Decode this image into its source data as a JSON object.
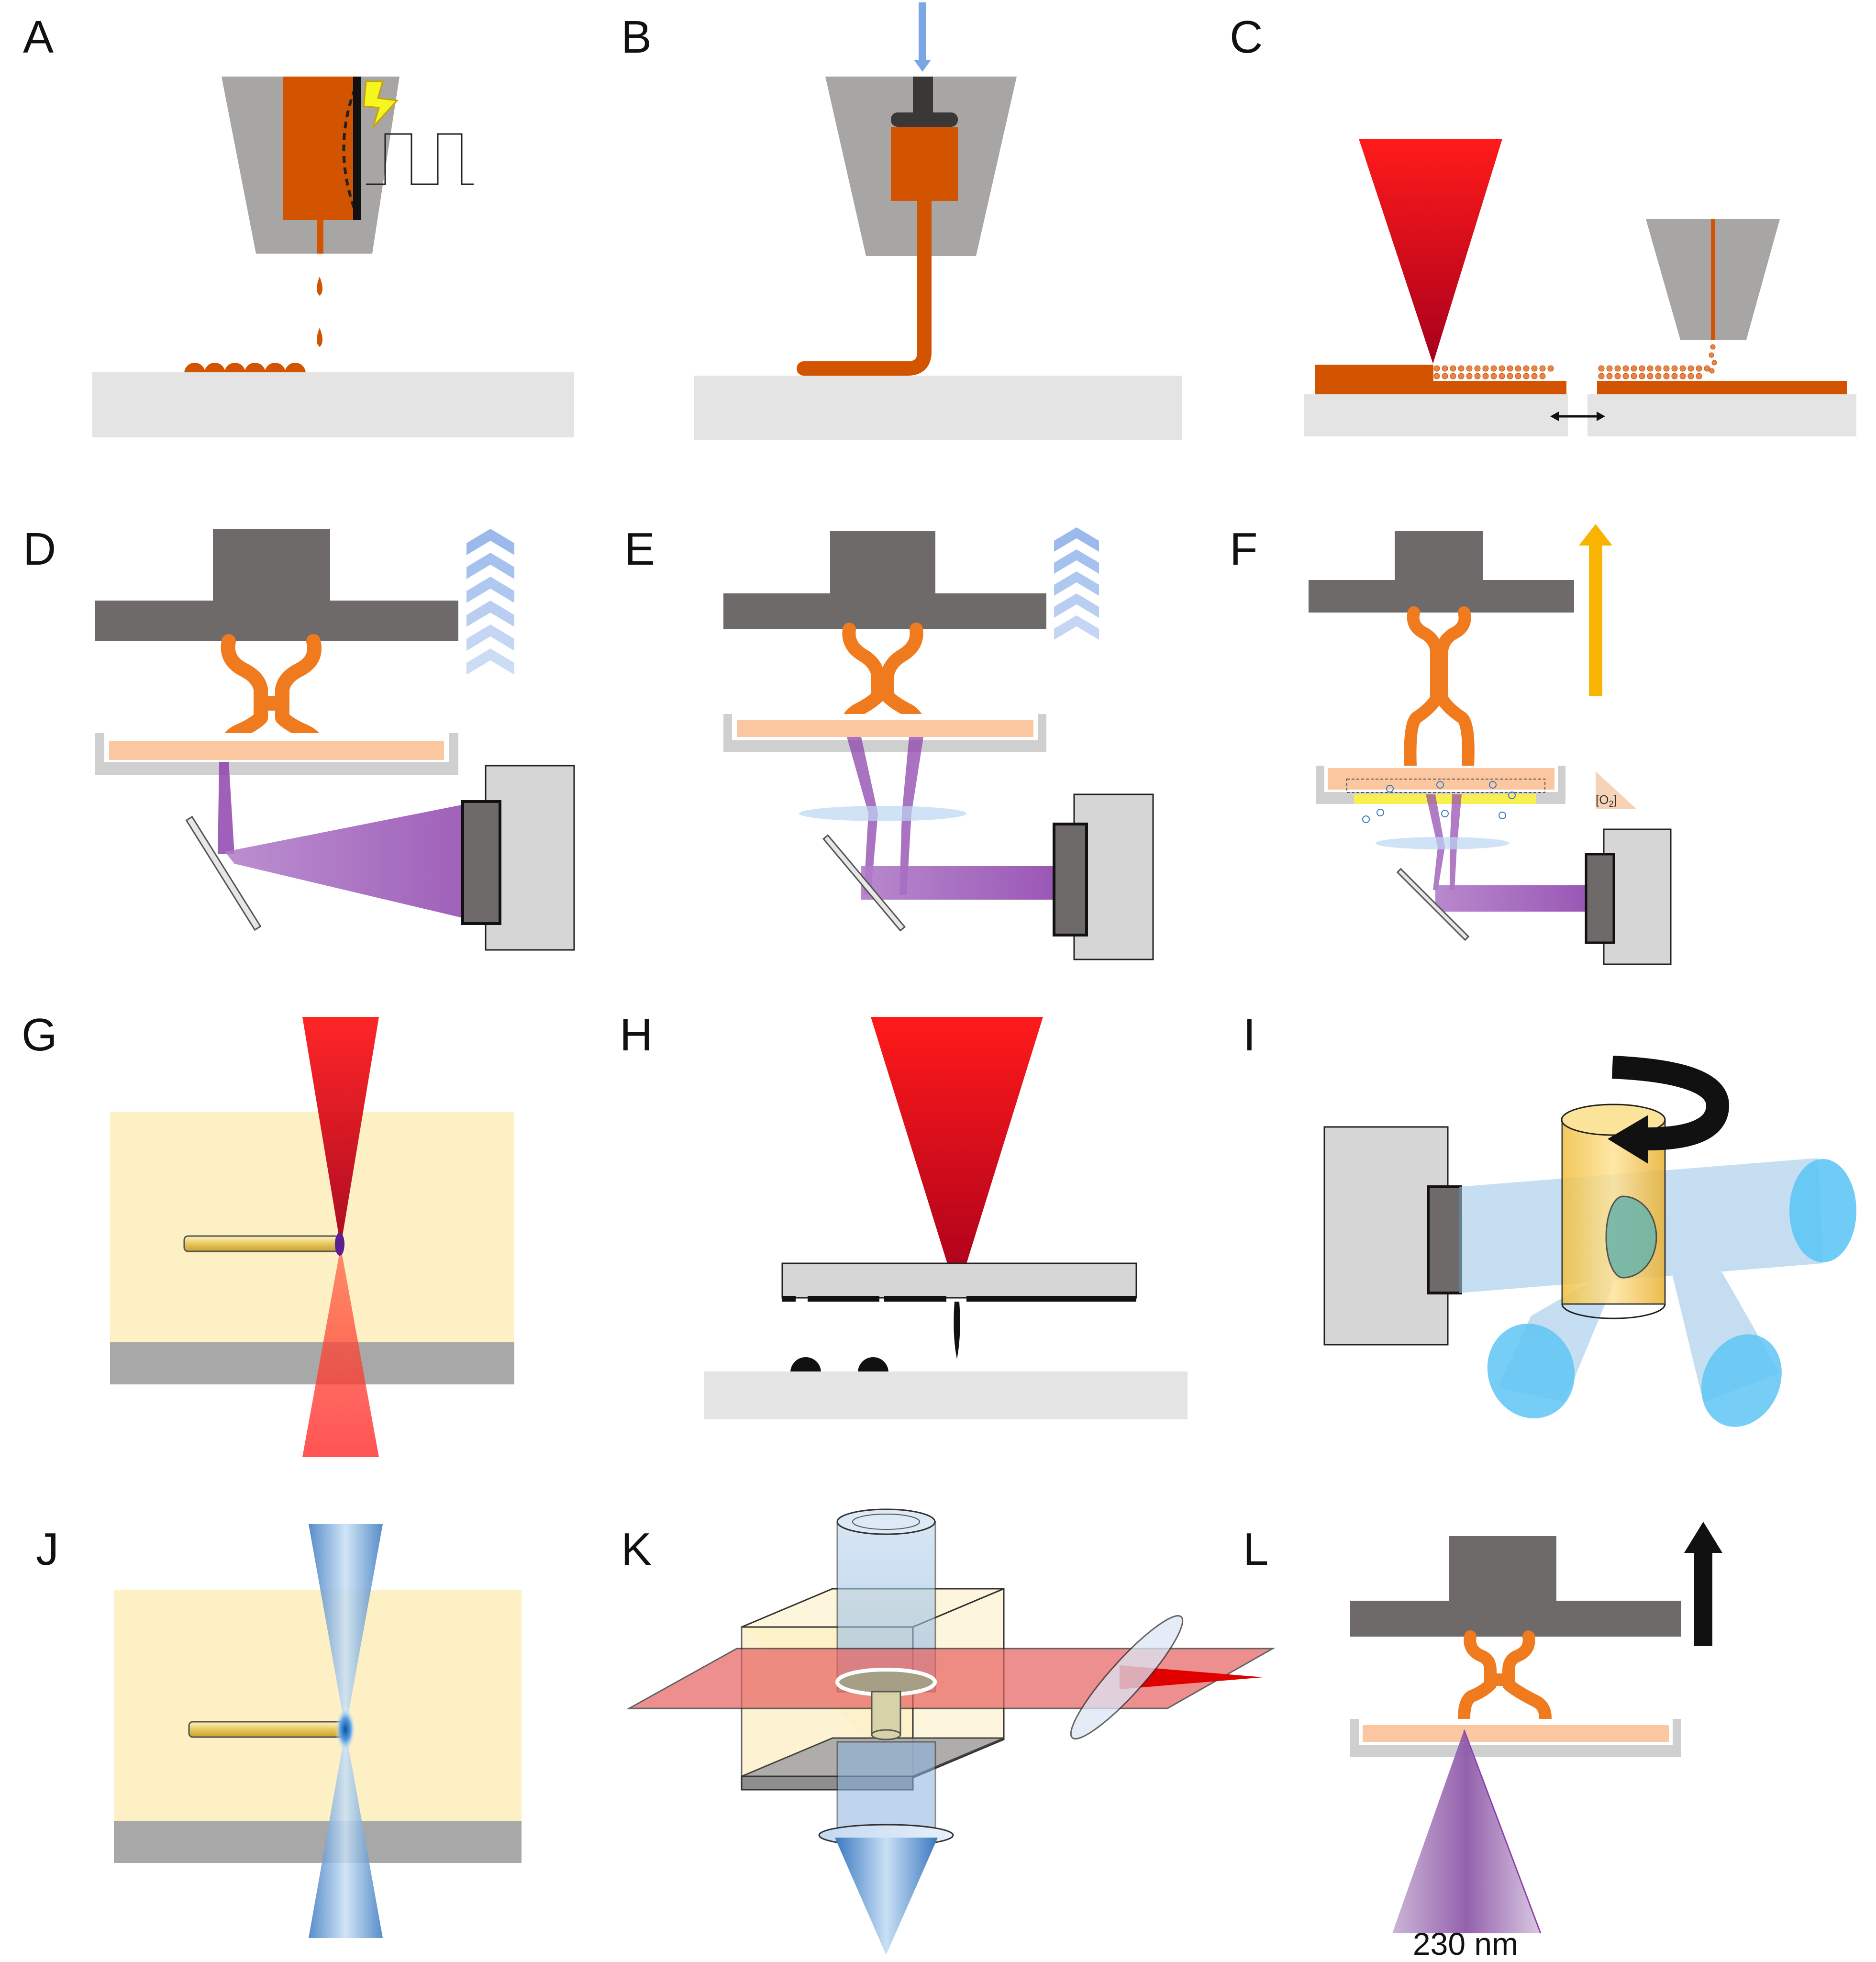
{
  "panels": [
    {
      "id": "A",
      "label": "A"
    },
    {
      "id": "B",
      "label": "B"
    },
    {
      "id": "C",
      "label": "C"
    },
    {
      "id": "D",
      "label": "D"
    },
    {
      "id": "E",
      "label": "E"
    },
    {
      "id": "F",
      "label": "F"
    },
    {
      "id": "G",
      "label": "G"
    },
    {
      "id": "H",
      "label": "H"
    },
    {
      "id": "I",
      "label": "I"
    },
    {
      "id": "J",
      "label": "J"
    },
    {
      "id": "K",
      "label": "K"
    },
    {
      "id": "L",
      "label": "L"
    }
  ],
  "annotations": {
    "oxygen_label": "[O",
    "oxygen_sub": "2",
    "oxygen_close": "]",
    "o2_bubble": "O",
    "wavelength": "230 nm"
  },
  "colors": {
    "material": "#d35400",
    "filament": "#f07a1e",
    "nozzle": "#a8a6a5",
    "substrate": "#e4e4e4",
    "build_plate": "#6e6a69",
    "resin": "#fbc7a0",
    "uv_light": "#8e44ad",
    "laser": "#e00000",
    "gel": "#fdf0c4",
    "blue_light": "#5fa8d8",
    "arrow_blue": "#7aa6e6",
    "arrow_yellow": "#f8b400"
  }
}
